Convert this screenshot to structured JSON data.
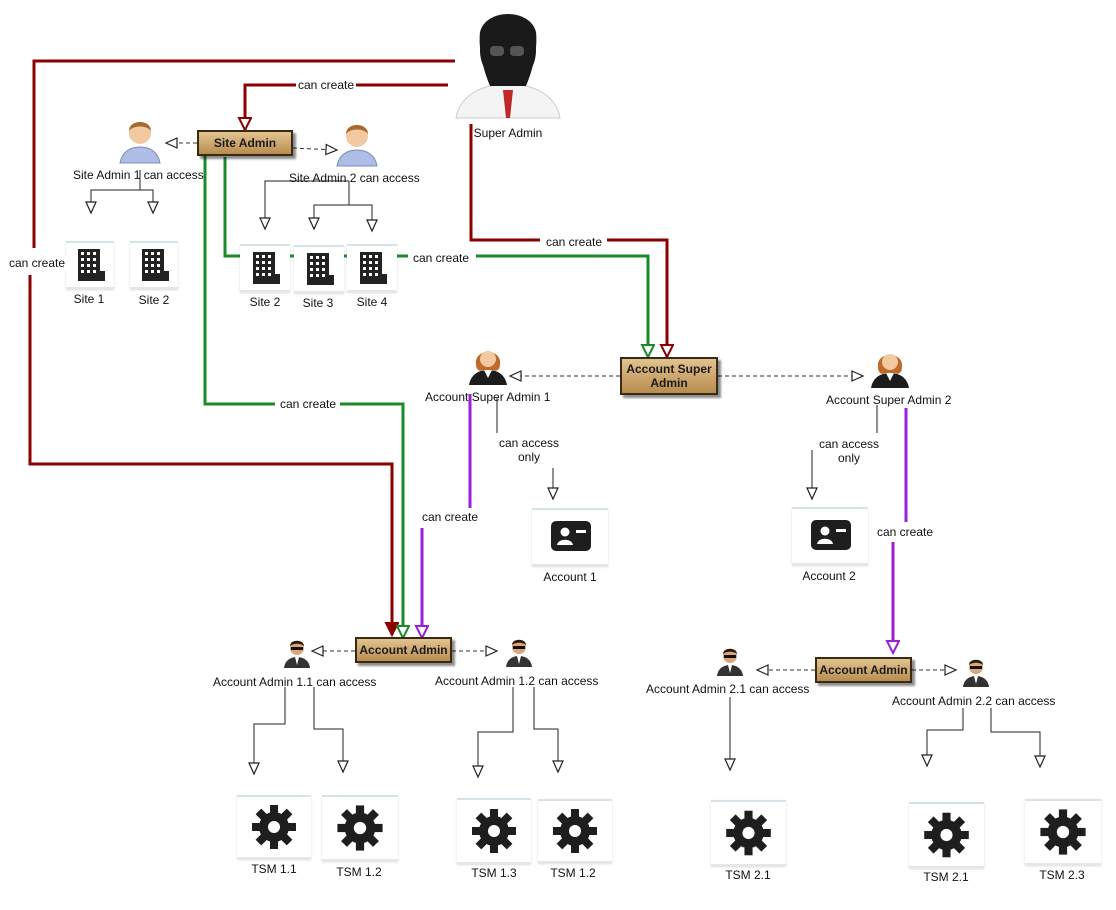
{
  "super_admin": {
    "label": "Super Admin",
    "icon": "super-admin-avatar-icon"
  },
  "boxes": {
    "site_admin": "Site Admin",
    "account_super_admin": "Account Super Admin",
    "account_admin_left": "Account Admin",
    "account_admin_right": "Account Admin"
  },
  "edge_labels": {
    "can_create_top": "can create",
    "can_create_left": "can create",
    "can_create_mid_red": "can create",
    "can_create_green_sites": "can create",
    "can_create_green_left": "can create",
    "can_create_purple_1": "can create",
    "can_create_purple_2": "can create",
    "can_access_only_1": "can access only",
    "can_access_only_2": "can access only"
  },
  "site_admins": [
    {
      "label": "Site Admin 1 can access"
    },
    {
      "label": "Site Admin 2 can access"
    }
  ],
  "sites": [
    "Site 1",
    "Site 2",
    "Site 2",
    "Site 3",
    "Site 4"
  ],
  "account_super_admins": [
    {
      "label": "Account Super Admin 1"
    },
    {
      "label": "Account Super Admin 2"
    }
  ],
  "accounts": [
    "Account 1",
    "Account 2"
  ],
  "account_admins": [
    {
      "label": "Account Admin 1.1 can access"
    },
    {
      "label": "Account Admin 1.2 can access"
    },
    {
      "label": "Account Admin 2.1 can access"
    },
    {
      "label": "Account Admin 2.2 can access"
    }
  ],
  "tsms": [
    "TSM 1.1",
    "TSM 1.2",
    "TSM 1.3",
    "TSM 1.2",
    "TSM 2.1",
    "TSM 2.1",
    "TSM 2.3"
  ],
  "colors": {
    "red": "#8b0000",
    "green": "#1a8a2a",
    "purple": "#9a1fd8",
    "dashed": "#333333",
    "box_fill": "#c9a36a"
  }
}
